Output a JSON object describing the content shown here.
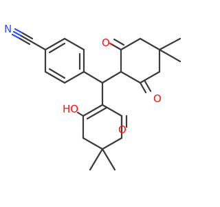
{
  "atoms": {
    "nitrogen": {
      "label": "N",
      "color": "#3050f8"
    },
    "oxygen_top": {
      "label": "O",
      "color": "#ff0d0d"
    },
    "oxygen_right": {
      "label": "O",
      "color": "#ff0d0d"
    },
    "hydroxyl": {
      "label": "HO",
      "color": "#ff0d0d"
    },
    "oxygen_bottom": {
      "label": "O",
      "color": "#ff0d0d"
    }
  },
  "colors": {
    "carbon_bond": "#3b3b3b",
    "oxygen": "#ff0d0d",
    "nitrogen": "#3050f8",
    "background": "#ffffff"
  }
}
